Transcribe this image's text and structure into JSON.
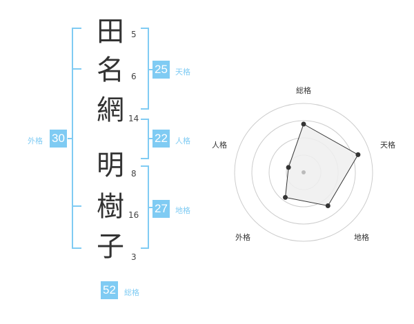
{
  "name": {
    "characters": [
      {
        "char": "田",
        "strokes": "5"
      },
      {
        "char": "名",
        "strokes": "6"
      },
      {
        "char": "網",
        "strokes": "14"
      },
      {
        "char": "明",
        "strokes": "8"
      },
      {
        "char": "樹",
        "strokes": "16"
      },
      {
        "char": "子",
        "strokes": "3"
      }
    ]
  },
  "fortunes": {
    "tenkaku": {
      "value": "25",
      "label": "天格"
    },
    "jinkaku": {
      "value": "22",
      "label": "人格"
    },
    "chikaku": {
      "value": "27",
      "label": "地格"
    },
    "gaikaku": {
      "value": "30",
      "label": "外格"
    },
    "soukaku": {
      "value": "52",
      "label": "総格"
    }
  },
  "radar": {
    "axes": [
      "総格",
      "天格",
      "地格",
      "外格",
      "人格"
    ],
    "values": [
      0.7,
      0.83,
      0.6,
      0.45,
      0.23
    ],
    "rings": 4,
    "accent": "#7fcbf3",
    "fill": "#eeeeee",
    "stroke": "#333333"
  }
}
